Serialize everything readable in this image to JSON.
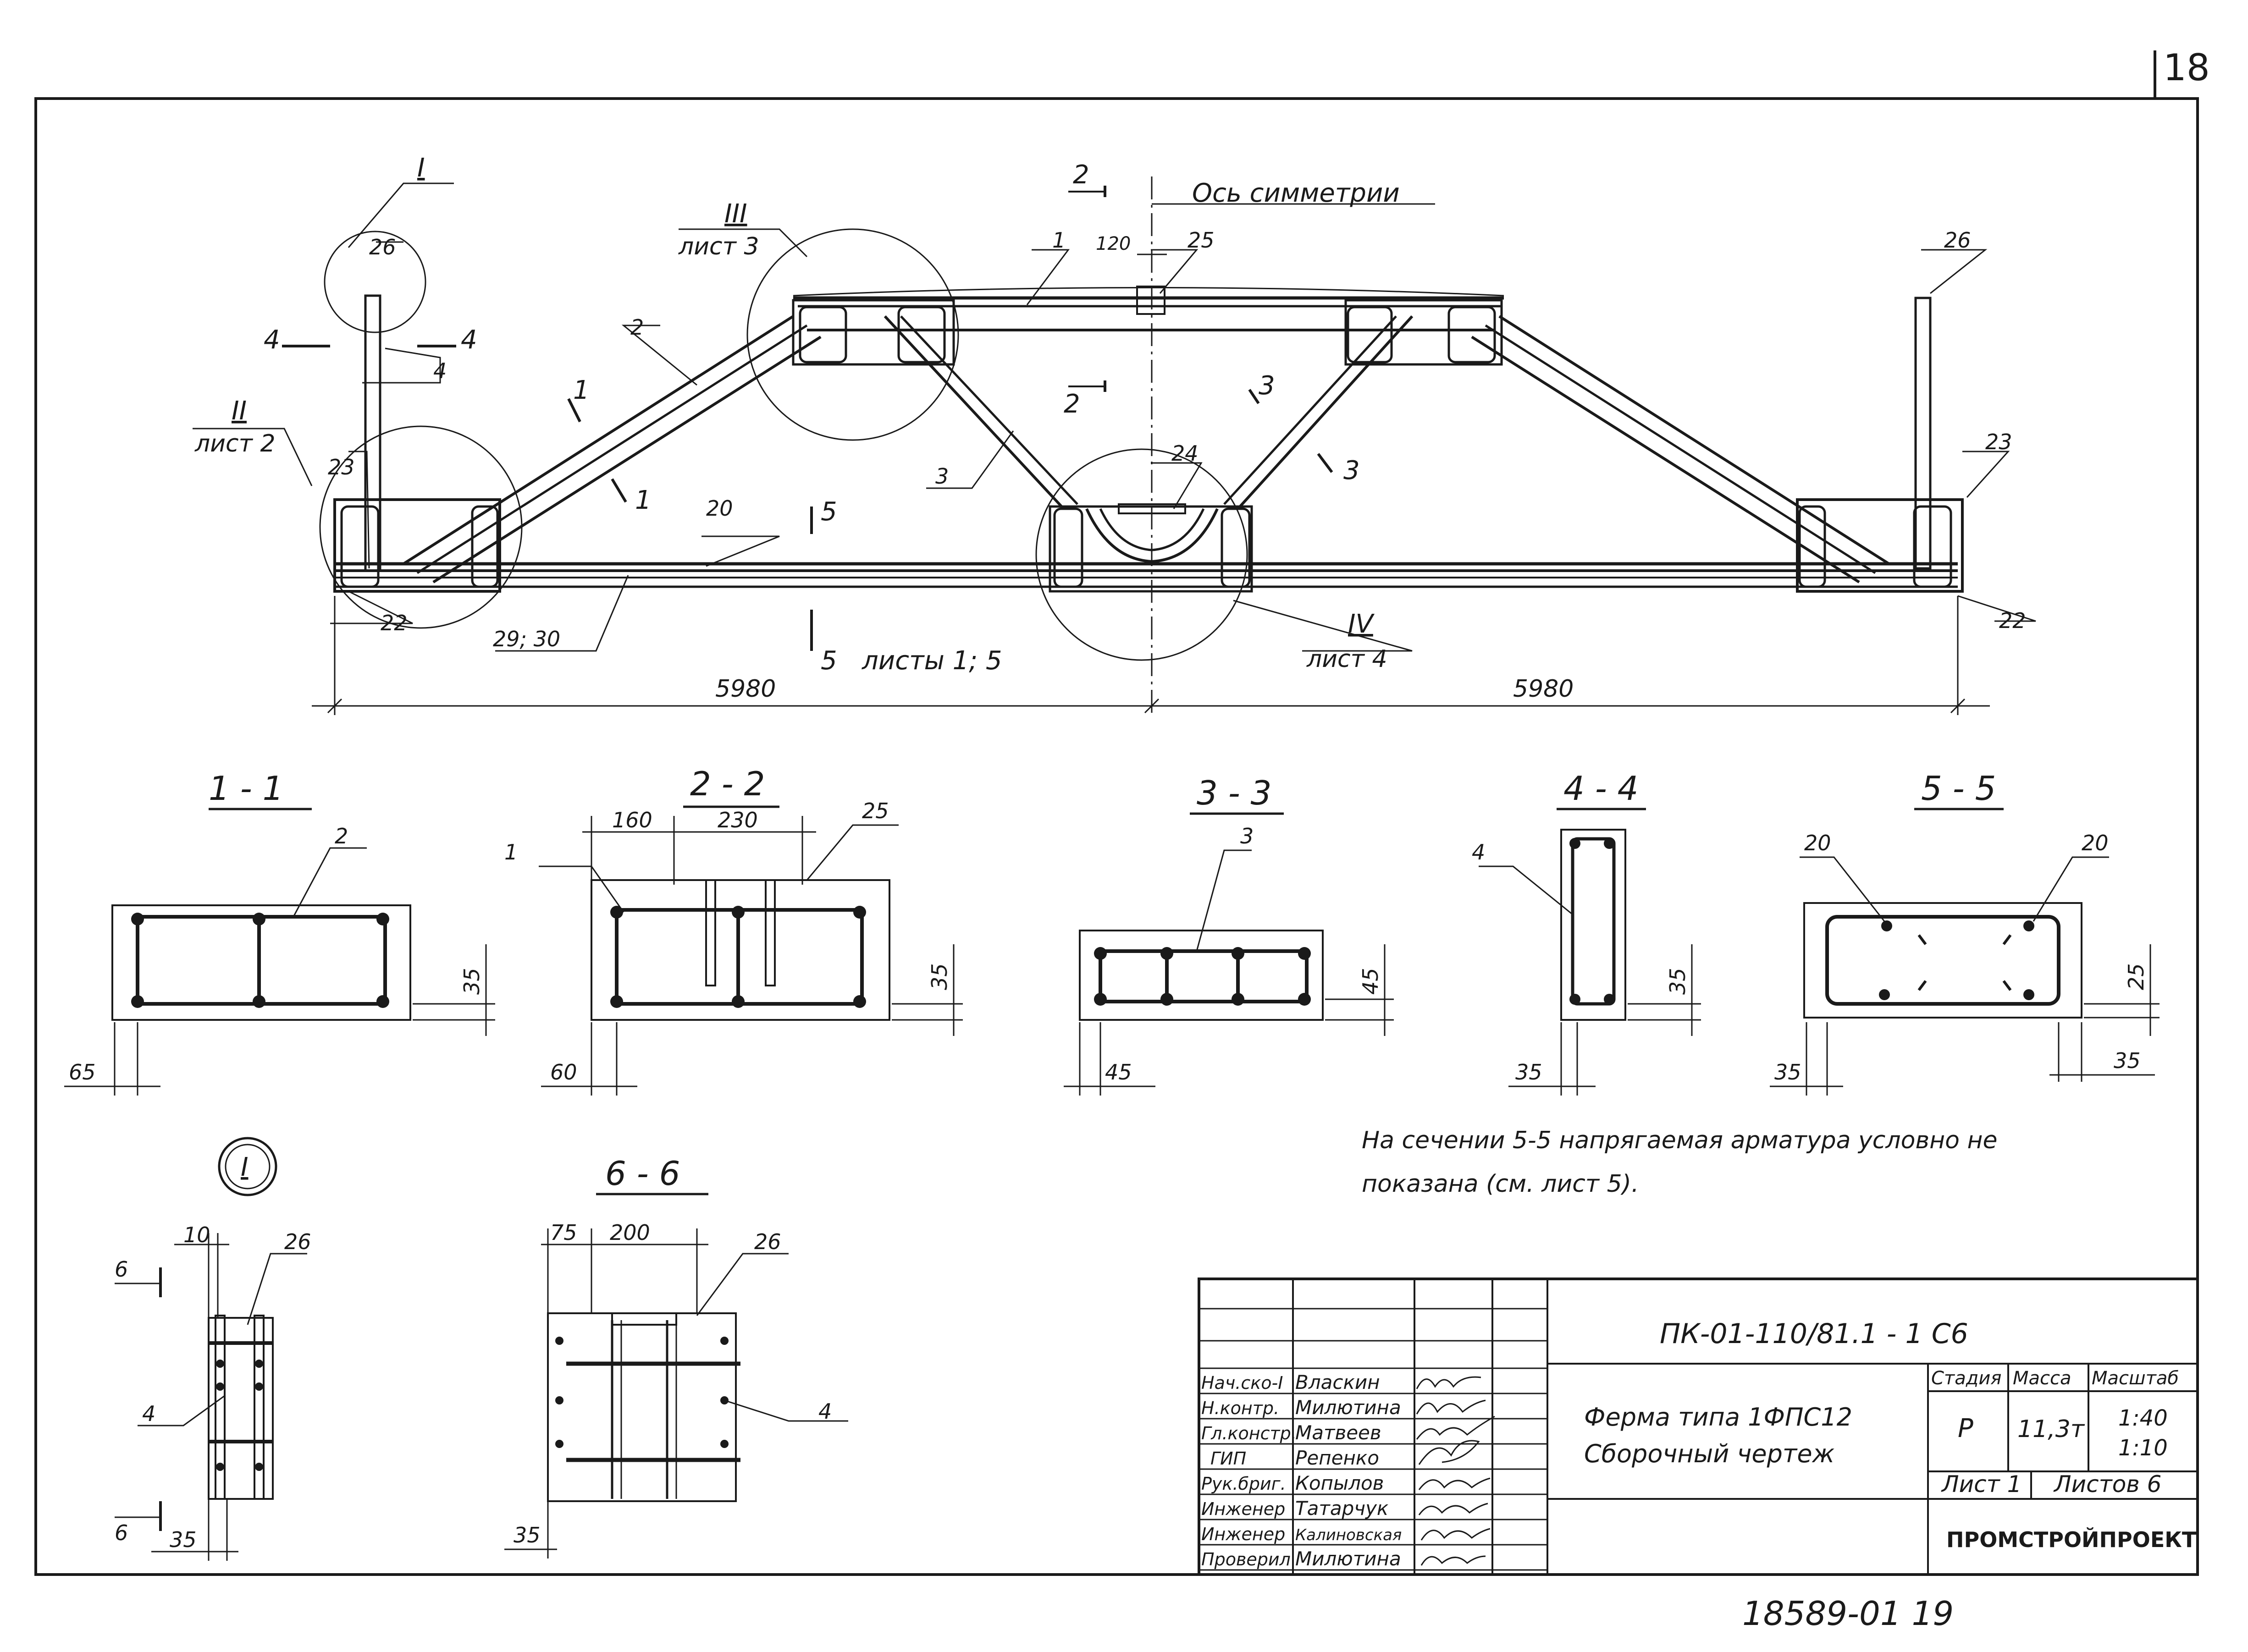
{
  "sheet_number": "18",
  "elevation": {
    "symmetry_axis": "Ось симметрии",
    "nodes": {
      "n1": {
        "roman": "I"
      },
      "n2": {
        "roman": "II",
        "sheet": "лист 2"
      },
      "n3": {
        "roman": "III",
        "sheet": "лист 3"
      },
      "n4": {
        "roman": "IV",
        "sheet": "лист 4"
      }
    },
    "section_marks": {
      "s1": "1",
      "s2": "2",
      "s3": "3",
      "s4": "4",
      "s5": "5",
      "s5_sheets": "листы 1; 5"
    },
    "positions": {
      "p1": "1",
      "p2": "2",
      "p3": "3",
      "p4": "4",
      "p20": "20",
      "p22": "22",
      "p23": "23",
      "p24": "24",
      "p25": "25",
      "p26": "26",
      "p29_30": "29; 30"
    },
    "dims": {
      "dim_120": "120",
      "span_left": "5980",
      "span_right": "5980"
    }
  },
  "sections": {
    "s1": {
      "title": "1 - 1",
      "pos": "2",
      "dim_v": "35",
      "dim_h": "65"
    },
    "s2": {
      "title": "2 - 2",
      "pos_a": "1",
      "pos_b": "25",
      "dim_a": "160",
      "dim_b": "230",
      "dim_v": "35",
      "dim_h": "60"
    },
    "s3": {
      "title": "3 - 3",
      "pos": "3",
      "dim_v": "45",
      "dim_h": "45"
    },
    "s4": {
      "title": "4 - 4",
      "pos": "4",
      "dim_v": "35",
      "dim_h": "35"
    },
    "s5": {
      "title": "5 - 5",
      "pos_a": "20",
      "pos_b": "20",
      "dim_v": "25",
      "dim_h1": "35",
      "dim_h2": "35"
    }
  },
  "node_detail": {
    "label": "I",
    "dim_top": "10",
    "pos_a": "26",
    "pos_b": "4",
    "dim_bottom": "35",
    "cut": "6"
  },
  "section_6": {
    "title": "6 - 6",
    "dim_a": "75",
    "dim_b": "200",
    "pos_a": "26",
    "pos_b": "4",
    "dim_bottom": "35"
  },
  "note": {
    "line1": "На сечении 5-5 напрягаемая арматура условно не",
    "line2": "показана (см. лист 5)."
  },
  "title_block": {
    "code": "ПК-01-110/81.1 - 1 С6",
    "name_line1": "Ферма типа 1ФПС12",
    "name_line2": "Сборочный чертеж",
    "headers": {
      "stage": "Стадия",
      "mass": "Масса",
      "scale": "Масштаб"
    },
    "values": {
      "stage": "Р",
      "mass": "11,3т",
      "scale1": "1:40",
      "scale2": "1:10"
    },
    "sheet": "Лист 1",
    "sheets": "Листов 6",
    "org": "ПРОМСТРОЙПРОЕКТ",
    "people": [
      {
        "role": "Нач.ско-I",
        "name": "Власкин"
      },
      {
        "role": "Н.контр.",
        "name": "Милютина"
      },
      {
        "role": "Гл.констр.",
        "name": "Матвеев"
      },
      {
        "role": "ГИП",
        "name": "Репенко"
      },
      {
        "role": "Рук.бриг.",
        "name": "Копылов"
      },
      {
        "role": "Инженер",
        "name": "Татарчук"
      },
      {
        "role": "Инженер",
        "name": "Калиновская"
      },
      {
        "role": "Проверил",
        "name": "Милютина"
      }
    ]
  },
  "archive_number": "18589-01 19"
}
